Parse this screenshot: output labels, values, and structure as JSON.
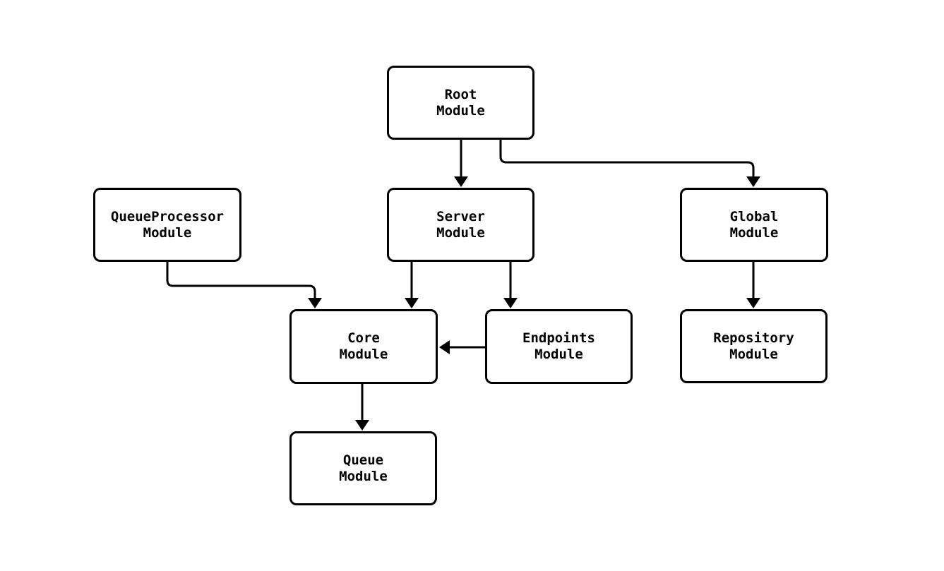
{
  "diagram": {
    "type": "flowchart",
    "direction": "top-down",
    "background_color": "#ffffff",
    "node_fill_color": "#ffffff",
    "node_border_color": "#000000",
    "edge_color": "#000000",
    "text_color": "#000000",
    "nodes": {
      "root": {
        "line1": "Root",
        "line2": "Module"
      },
      "queueprocessor": {
        "line1": "QueueProcessor",
        "line2": "Module"
      },
      "server": {
        "line1": "Server",
        "line2": "Module"
      },
      "global": {
        "line1": "Global",
        "line2": "Module"
      },
      "core": {
        "line1": "Core",
        "line2": "Module"
      },
      "endpoints": {
        "line1": "Endpoints",
        "line2": "Module"
      },
      "repository": {
        "line1": "Repository",
        "line2": "Module"
      },
      "queue": {
        "line1": "Queue",
        "line2": "Module"
      }
    },
    "edges": [
      {
        "from": "Root Module",
        "to": "Server Module"
      },
      {
        "from": "Root Module",
        "to": "Global Module"
      },
      {
        "from": "QueueProcessor Module",
        "to": "Core Module"
      },
      {
        "from": "Server Module",
        "to": "Core Module"
      },
      {
        "from": "Server Module",
        "to": "Endpoints Module"
      },
      {
        "from": "Endpoints Module",
        "to": "Core Module"
      },
      {
        "from": "Global Module",
        "to": "Repository Module"
      },
      {
        "from": "Core Module",
        "to": "Queue Module"
      }
    ]
  }
}
